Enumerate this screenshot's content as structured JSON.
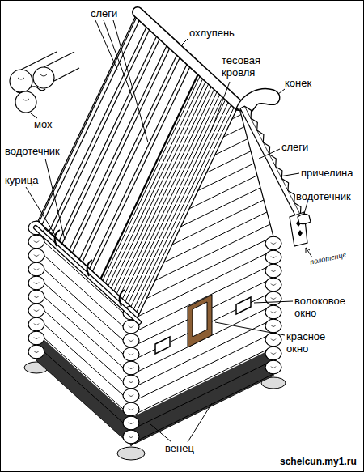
{
  "diagram": {
    "labels": [
      "слеги",
      "охлупень",
      "тесовая кровля",
      "конек",
      "мох",
      "водотечник",
      "слеги",
      "курица",
      "причелина",
      "водотечник",
      "полотенце",
      "волоковое окно",
      "красное окно",
      "венец",
      "schelcun.my1.ru"
    ]
  }
}
